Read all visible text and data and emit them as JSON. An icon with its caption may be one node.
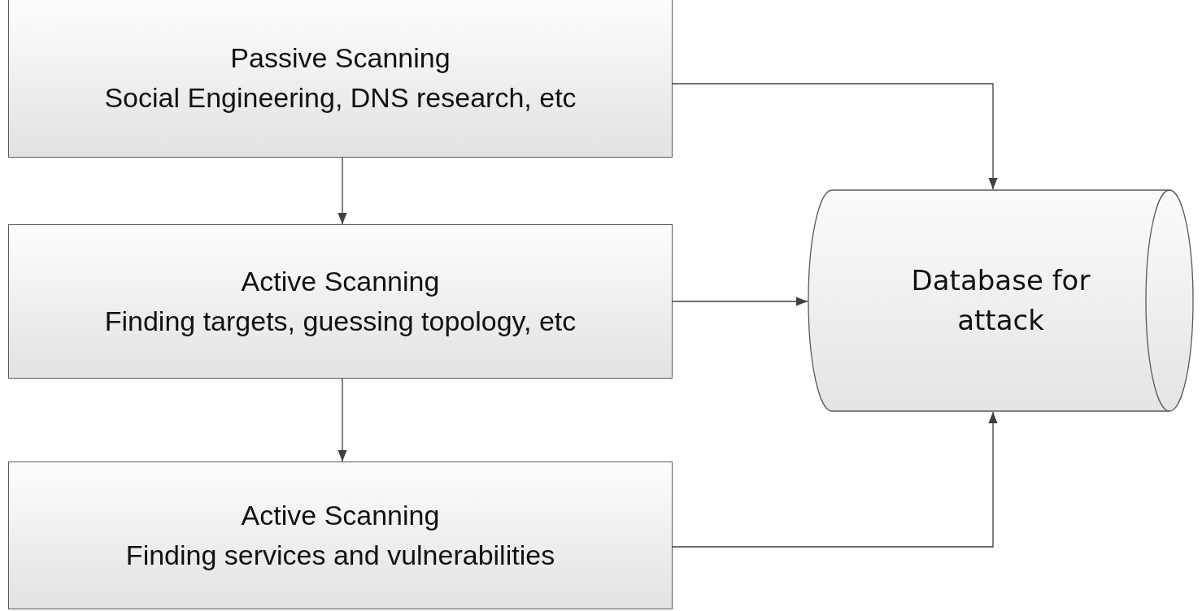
{
  "diagram": {
    "nodes": [
      {
        "text": [
          "Passive Scanning",
          "Social Engineering, DNS research, etc"
        ]
      },
      {
        "text": [
          "Active Scanning",
          "Finding targets, guessing topology, etc"
        ]
      },
      {
        "text": [
          "Active Scanning",
          "Finding services and vulnerabilities"
        ]
      },
      {
        "text": [
          "Database for attack"
        ]
      }
    ],
    "edges": [
      {
        "from": 0,
        "to": 1,
        "arrow": "to"
      },
      {
        "from": 1,
        "to": 2,
        "arrow": "to"
      },
      {
        "from": 0,
        "to": 3,
        "arrow": "to"
      },
      {
        "from": 1,
        "to": 3,
        "arrow": "to"
      },
      {
        "from": 2,
        "to": 3,
        "arrow": "to"
      }
    ]
  }
}
